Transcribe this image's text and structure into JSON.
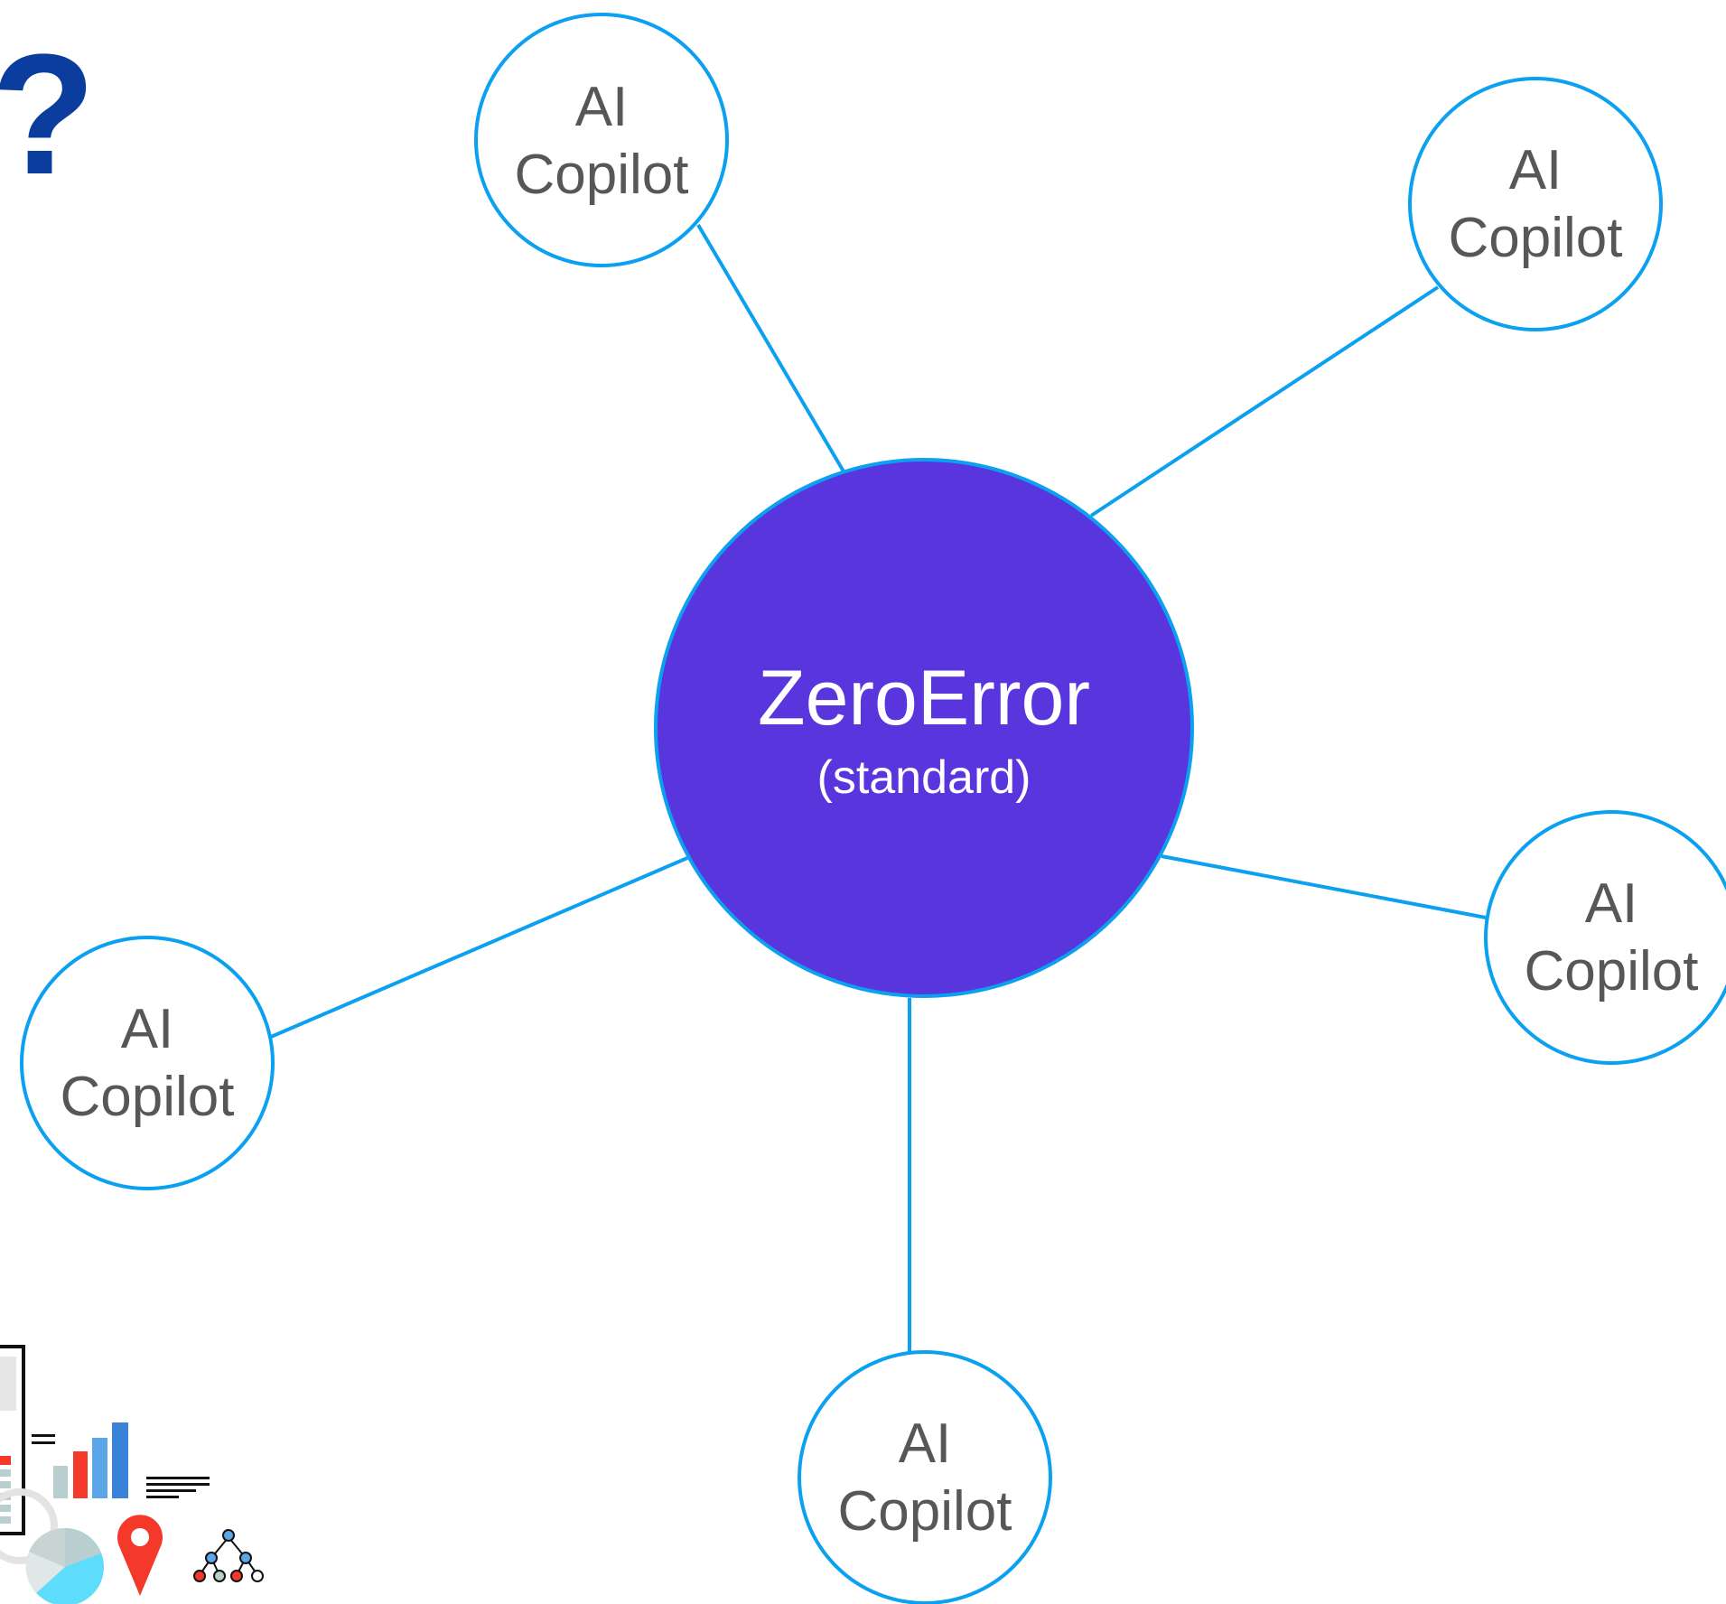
{
  "corner_glyph": "?",
  "hub": {
    "title": "ZeroError",
    "subtitle": "(standard)"
  },
  "nodes": [
    {
      "line1": "AI",
      "line2": "Copilot"
    },
    {
      "line1": "AI",
      "line2": "Copilot"
    },
    {
      "line1": "AI",
      "line2": "Copilot"
    },
    {
      "line1": "AI",
      "line2": "Copilot"
    },
    {
      "line1": "AI",
      "line2": "Copilot"
    }
  ],
  "icons": {
    "document": "document-icon",
    "bar_chart": "bar-chart-icon",
    "text_lines": "text-lines-icon",
    "pie_chart": "pie-chart-icon",
    "location_pin": "location-pin-icon",
    "tree_graph": "tree-graph-icon"
  },
  "colors": {
    "hub_fill": "#5935dd",
    "outline": "#0ba0f0",
    "node_text": "#575757",
    "question_mark": "#0a3d9e"
  }
}
